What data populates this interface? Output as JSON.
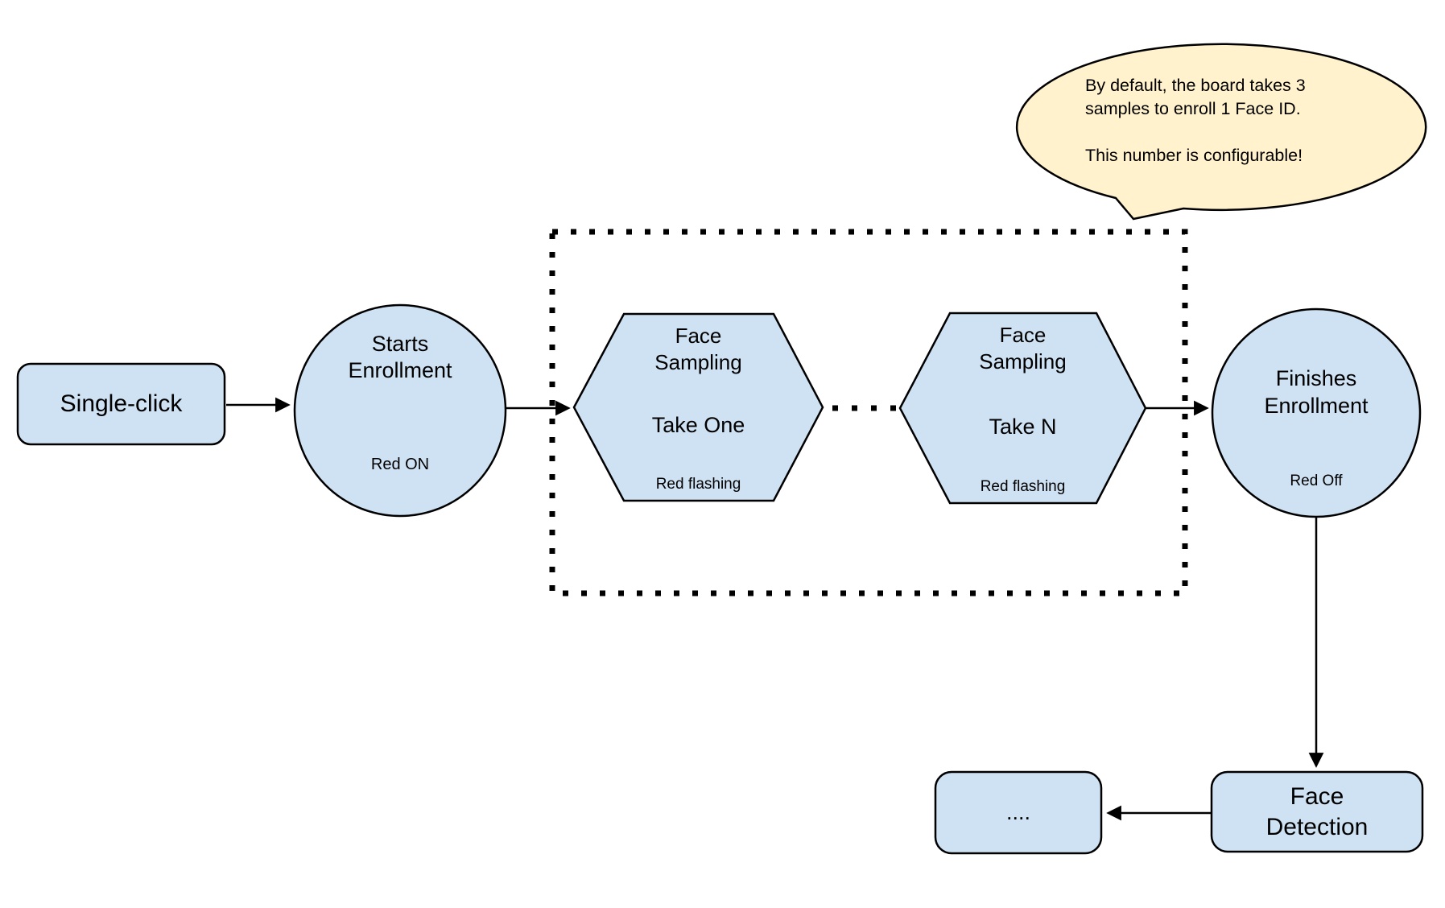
{
  "diagram": {
    "background": "#ffffff",
    "colors": {
      "node_fill": "#cfe2f3",
      "bubble_fill": "#fff2cc",
      "border": "#000000",
      "text": "#000000"
    },
    "callout": {
      "text": "By default, the board takes 3\nsamples to enroll 1 Face ID.\n\nThis number is configurable!"
    },
    "nodes": {
      "single_click": {
        "label": "Single-click"
      },
      "starts_enrollment": {
        "title": "Starts\nEnrollment",
        "status": "Red ON"
      },
      "face_sampling_one": {
        "title": "Face\nSampling",
        "step": "Take One",
        "status": "Red flashing"
      },
      "face_sampling_n": {
        "title": "Face\nSampling",
        "step": "Take N",
        "status": "Red flashing"
      },
      "finishes_enrollment": {
        "title": "Finishes\nEnrollment",
        "status": "Red Off"
      },
      "face_detection": {
        "label": "Face\nDetection"
      },
      "continuation": {
        "label": "...."
      }
    }
  }
}
